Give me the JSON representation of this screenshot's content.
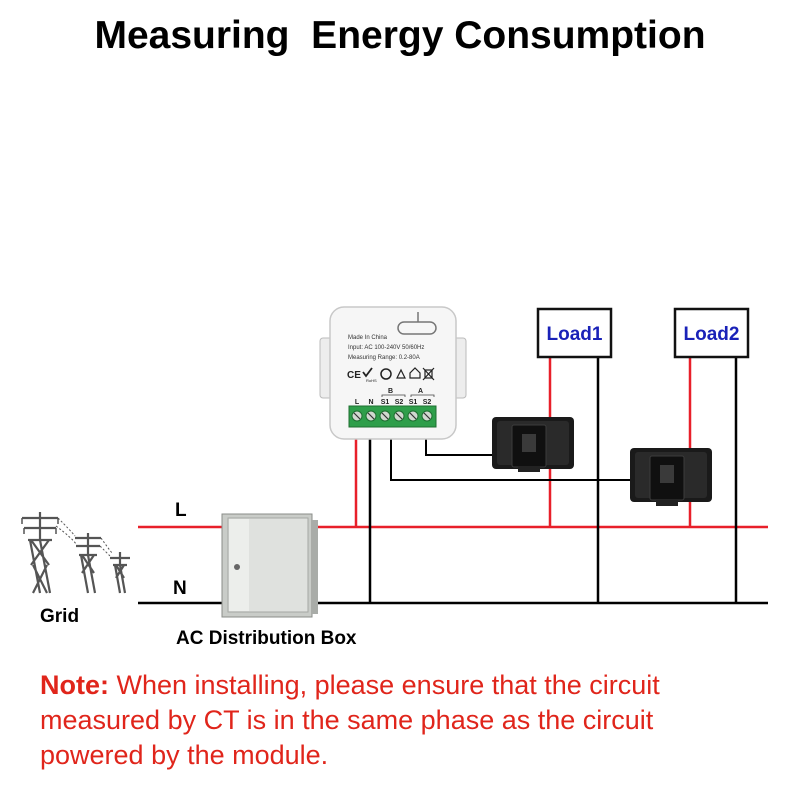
{
  "title": "Measuring  Energy Consumption",
  "labels": {
    "line_l": "L",
    "line_n": "N",
    "grid": "Grid",
    "distribution_box": "AC Distribution Box"
  },
  "loads": [
    {
      "label": "Load1"
    },
    {
      "label": "Load2"
    }
  ],
  "module": {
    "made_in": "Made In China",
    "input": "Input: AC 100-240V 50/60Hz",
    "range": "Measuring Range: 0.2-80A",
    "cert_marks": "CE",
    "rohs": "RoHS",
    "group_b": "B",
    "group_a": "A",
    "terminals": [
      "L",
      "N",
      "S1",
      "S2",
      "S1",
      "S2"
    ]
  },
  "note": {
    "prefix": "Note:",
    "text": " When installing, please ensure that the circuit measured by CT is in the same phase as the circuit powered by the module."
  },
  "colors": {
    "live_wire": "#e8202a",
    "neutral_wire": "#000000",
    "load_text": "#1a22b8",
    "note_text": "#e0251b",
    "terminal_green": "#2e9e4a"
  },
  "icons": [
    "power-tower-icon",
    "ct-clamp-icon",
    "ce-mark-icon",
    "recycle-icon",
    "house-icon",
    "wheelie-bin-icon"
  ]
}
